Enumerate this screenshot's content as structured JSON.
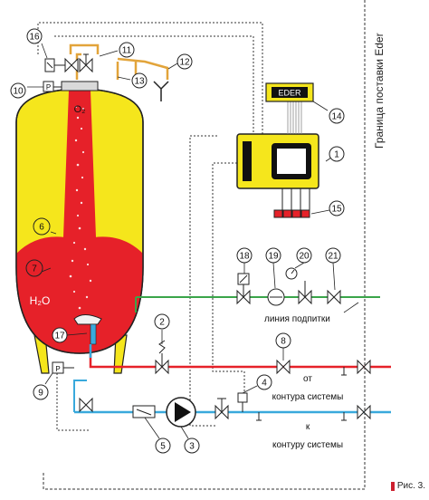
{
  "figure": {
    "caption": "Рис. 3.",
    "boundary_label": "Граница поставки Eder",
    "controller_brand": "EDER",
    "line_labels": {
      "makeup_line": "линия подпитки",
      "from_system_top": "от",
      "from_system_bottom": "контура системы",
      "to_system_top": "к",
      "to_system_bottom": "контуру системы"
    },
    "tank_labels": {
      "oxygen": "O₂",
      "water": "H₂O"
    },
    "callouts": [
      "1",
      "2",
      "3",
      "4",
      "5",
      "6",
      "7",
      "8",
      "9",
      "10",
      "11",
      "12",
      "13",
      "14",
      "15",
      "16",
      "17",
      "18",
      "19",
      "20",
      "21"
    ]
  },
  "colors": {
    "tank_yellow": "#f5e61c",
    "tank_red": "#e62129",
    "pipe_red": "#e62129",
    "pipe_blue": "#39a9dc",
    "pipe_green": "#3aa54a",
    "pipe_orange": "#e2a43a",
    "controller_yellow": "#f5e61c"
  }
}
